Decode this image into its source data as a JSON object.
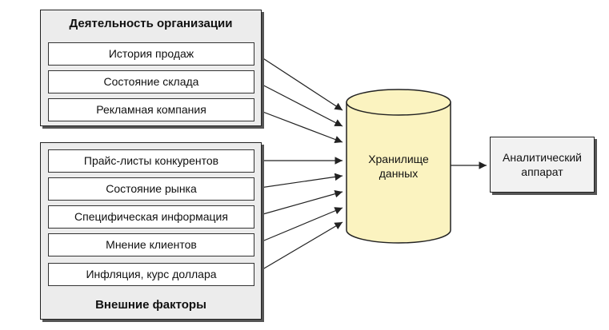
{
  "internal_group": {
    "title": "Деятельность организации",
    "items": [
      "История продаж",
      "Состояние склада",
      "Рекламная компания"
    ]
  },
  "external_group": {
    "title": "Внешние факторы",
    "items": [
      "Прайс-листы конкурентов",
      "Состояние рынка",
      "Специфическая информация",
      "Мнение клиентов",
      "Инфляция, курс доллара"
    ]
  },
  "storage": {
    "line1": "Хранилище",
    "line2": "данных"
  },
  "analytics": {
    "line1": "Аналитический",
    "line2": "аппарат"
  },
  "colors": {
    "cylinder_fill": "#fbf3c0",
    "group_fill": "#ececec",
    "item_fill": "#ffffff",
    "line": "#222222"
  }
}
